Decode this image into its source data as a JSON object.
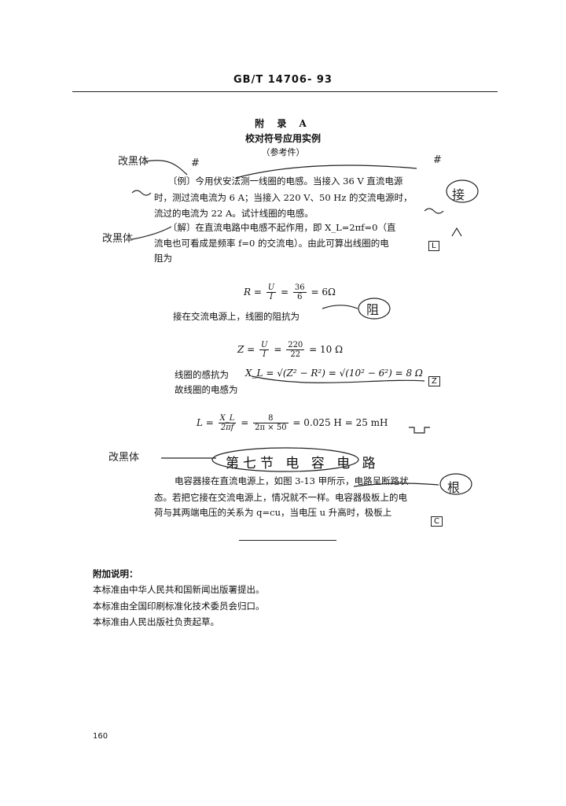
{
  "header": {
    "standard_no": "GB/T 14706- 93"
  },
  "appendix": {
    "title": "附 录 A",
    "subtitle": "校对符号应用实例",
    "note": "（参考件）"
  },
  "example": {
    "line1": "〔例〕今用伏安法测一线圈的电感。当接入 36 V 直流电源",
    "line2": "时，测过流电流为 6 A；当接入 220 V、50 Hz 的交流电源时，",
    "line3": "流过的电流为 22 A。试计线圈的电感。",
    "line4": "〔解〕在直流电路中电感不起作用，即 X_L=2πf=0（直",
    "line5": "流电也可看成是频率 f=0 的交流电）。由此可算出线圈的电",
    "line6": "阻为"
  },
  "eq1": {
    "lhs": "R =",
    "num": "U",
    "den": "I",
    "num2": "36",
    "den2": "6",
    "rhs": "= 6Ω"
  },
  "text_ac": "接在交流电源上，线圈的阻抗为",
  "eq2": {
    "lhs": "Z =",
    "num": "U",
    "den": "I",
    "num2": "220",
    "den2": "22",
    "rhs": "= 10 Ω"
  },
  "text_inductive": "线圈的感抗为",
  "eq3": "X_L = √(Z² − R²) = √(10² − 6²) = 8 Ω",
  "text_inductance": "故线圈的电感为",
  "eq4": {
    "lhs": "L =",
    "num": "X_L",
    "den": "2πf",
    "num2": "8",
    "den2": "2π × 50",
    "rhs": "= 0.025 H = 25 mH"
  },
  "section": {
    "title": "第七节  电 容 电 路"
  },
  "cap": {
    "line1": "电容器接在直流电源上，如图 3-13 甲所示，电路呈断路状",
    "line2": "态。若把它接在交流电源上，情况就不一样。电容器极板上的电",
    "line3": "荷与其两端电压的关系为 q=cu，当电压 u 升高时，极板上"
  },
  "notes": {
    "heading": "附加说明：",
    "items": [
      "本标准由中华人民共和国新闻出版署提出。",
      "本标准由全国印刷标准化技术委员会归口。",
      "本标准由人民出版社负责起草。"
    ]
  },
  "page_number": "160",
  "handwriting": {
    "mark1": "改黑体",
    "mark2": "改黑体",
    "mark3": "改黑体",
    "jie": "接",
    "zu": "阻",
    "gen": "根",
    "hash1": "#",
    "hash2": "#",
    "box_l": "L",
    "box_z": "Z",
    "box_c": "C"
  }
}
